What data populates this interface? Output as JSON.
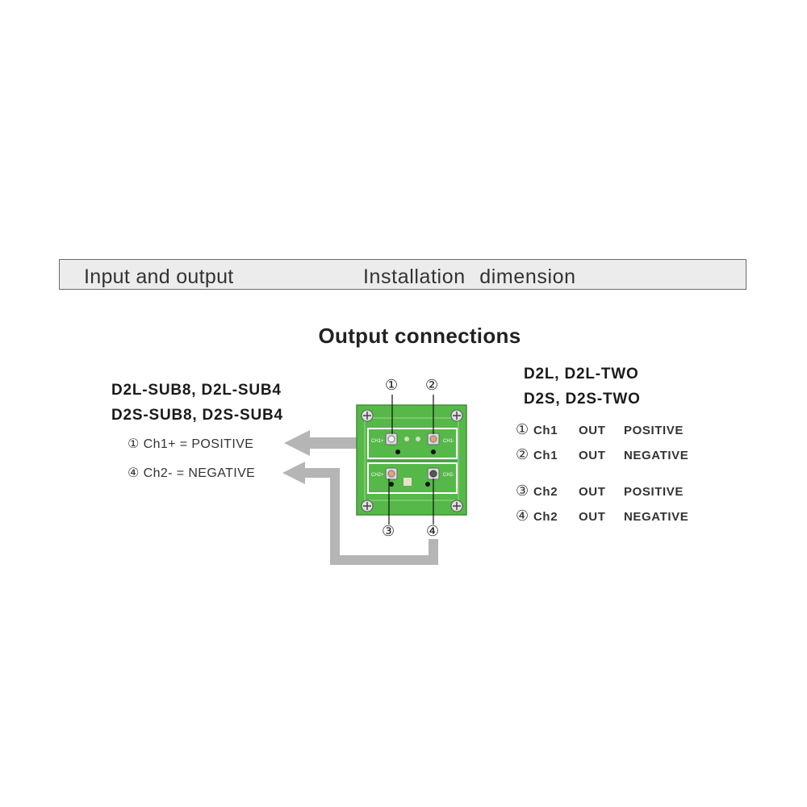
{
  "header": {
    "left": "Input and output",
    "right": "Installation dimension"
  },
  "title": "Output connections",
  "models_left": [
    "D2L-SUB8, D2L-SUB4",
    "D2S-SUB8, D2S-SUB4"
  ],
  "models_right": [
    "D2L, D2L-TWO",
    "D2S, D2S-TWO"
  ],
  "left_connections": [
    {
      "num": "①",
      "text": "Ch1+ = POSITIVE"
    },
    {
      "num": "④",
      "text": "Ch2- = NEGATIVE"
    }
  ],
  "terminals": [
    "①",
    "②",
    "③",
    "④"
  ],
  "right_connections": [
    {
      "num": "①",
      "ch": "Ch1",
      "out": "OUT",
      "polarity": "POSITIVE"
    },
    {
      "num": "②",
      "ch": "Ch1",
      "out": "OUT",
      "polarity": "NEGATIVE"
    },
    {
      "num": "③",
      "ch": "Ch2",
      "out": "OUT",
      "polarity": "POSITIVE"
    },
    {
      "num": "④",
      "ch": "Ch2",
      "out": "OUT",
      "polarity": "NEGATIVE"
    }
  ],
  "board_labels": [
    "CH1+",
    "CH1-",
    "CH2+",
    "CH2-"
  ],
  "colors": {
    "board": "#55b848",
    "arrow": "#b5b5b5",
    "header_bg": "#ececec"
  }
}
